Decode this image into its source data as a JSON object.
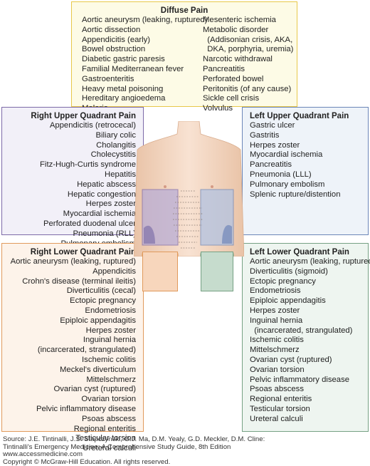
{
  "diffuse": {
    "title": "Diffuse Pain",
    "col1": [
      "Aortic aneurysm (leaking, ruptured)",
      "Aortic dissection",
      "Appendicitis (early)",
      "Bowel obstruction",
      "Diabetic gastric paresis",
      "Familial Mediterranean fever",
      "Gastroenteritis",
      "Heavy metal poisoning",
      "Hereditary angioedema",
      "Malaria"
    ],
    "col2": [
      "Mesenteric ischemia",
      "Metabolic disorder",
      "  (Addisonian crisis, AKA,",
      "  DKA, porphyria, uremia)",
      "Narcotic withdrawal",
      "Pancreatitis",
      "Perforated bowel",
      "Peritonitis (of any cause)",
      "Sickle cell crisis",
      "Volvulus"
    ]
  },
  "ruq": {
    "title": "Right Upper Quadrant Pain",
    "items": [
      "Appendicitis (retrocecal)",
      "Biliary colic",
      "Cholangitis",
      "Cholecystitis",
      "Fitz-Hugh-Curtis syndrome",
      "Hepatitis",
      "Hepatic abscess",
      "Hepatic congestion",
      "Herpes zoster",
      "Myocardial ischemia",
      "Perforated duodenal ulcer",
      "Pneumonia (RLL)",
      "Pulmonary embolism"
    ]
  },
  "luq": {
    "title": "Left Upper Quadrant Pain",
    "items": [
      "Gastric ulcer",
      "Gastritis",
      "Herpes zoster",
      "Myocardial ischemia",
      "Pancreatitis",
      "Pneumonia (LLL)",
      "Pulmonary embolism",
      "Splenic rupture/distention"
    ]
  },
  "rlq": {
    "title": "Right Lower Quadrant Pain",
    "items": [
      "Aortic aneurysm (leaking, ruptured)",
      "Appendicitis",
      "Crohn's disease (terminal ileitis)",
      "Diverticulitis (cecal)",
      "Ectopic pregnancy",
      "Endometriosis",
      "Epiploic appendagitis",
      "Herpes zoster",
      "Inguinal hernia",
      "(incarcerated, strangulated)",
      "Ischemic colitis",
      "Meckel's diverticulum",
      "Mittelschmerz",
      "Ovarian cyst (ruptured)",
      "Ovarian torsion",
      "Pelvic inflammatory disease",
      "Psoas abscess",
      "Regional enteritis",
      "Testicular torsion",
      "Ureteral calculi"
    ]
  },
  "llq": {
    "title": "Left Lower Quadrant Pain",
    "items": [
      "Aortic aneurysm (leaking, ruptured)",
      "Diverticulitis (sigmoid)",
      "Ectopic pregnancy",
      "Endometriosis",
      "Epiploic appendagitis",
      "Herpes zoster",
      "Inguinal hernia",
      "  (incarcerated, strangulated)",
      "Ischemic colitis",
      "Mittelschmerz",
      "Ovarian cyst (ruptured)",
      "Ovarian torsion",
      "Pelvic inflammatory disease",
      "Psoas abscess",
      "Regional enteritis",
      "Testicular torsion",
      "Ureteral calculi"
    ]
  },
  "source": {
    "line1": "Source: J.E. Tintinalli, J.S. Stapczynski, O.J. Ma, D.M. Yealy, G.D. Meckler, D.M. Cline:",
    "line2": "Tintinalli's Emergency Medicine: A Comprehensive Study Guide, 8th Edition",
    "line3": "www.accessmedicine.com",
    "line4": "Copyright © McGraw-Hill Education.  All rights reserved."
  },
  "colors": {
    "diffuse": "#e8c84a",
    "ruq": "#7d6aa8",
    "luq": "#6b86b8",
    "rlq": "#e09a5c",
    "llq": "#76a184",
    "skin": "#f6dcc8"
  }
}
